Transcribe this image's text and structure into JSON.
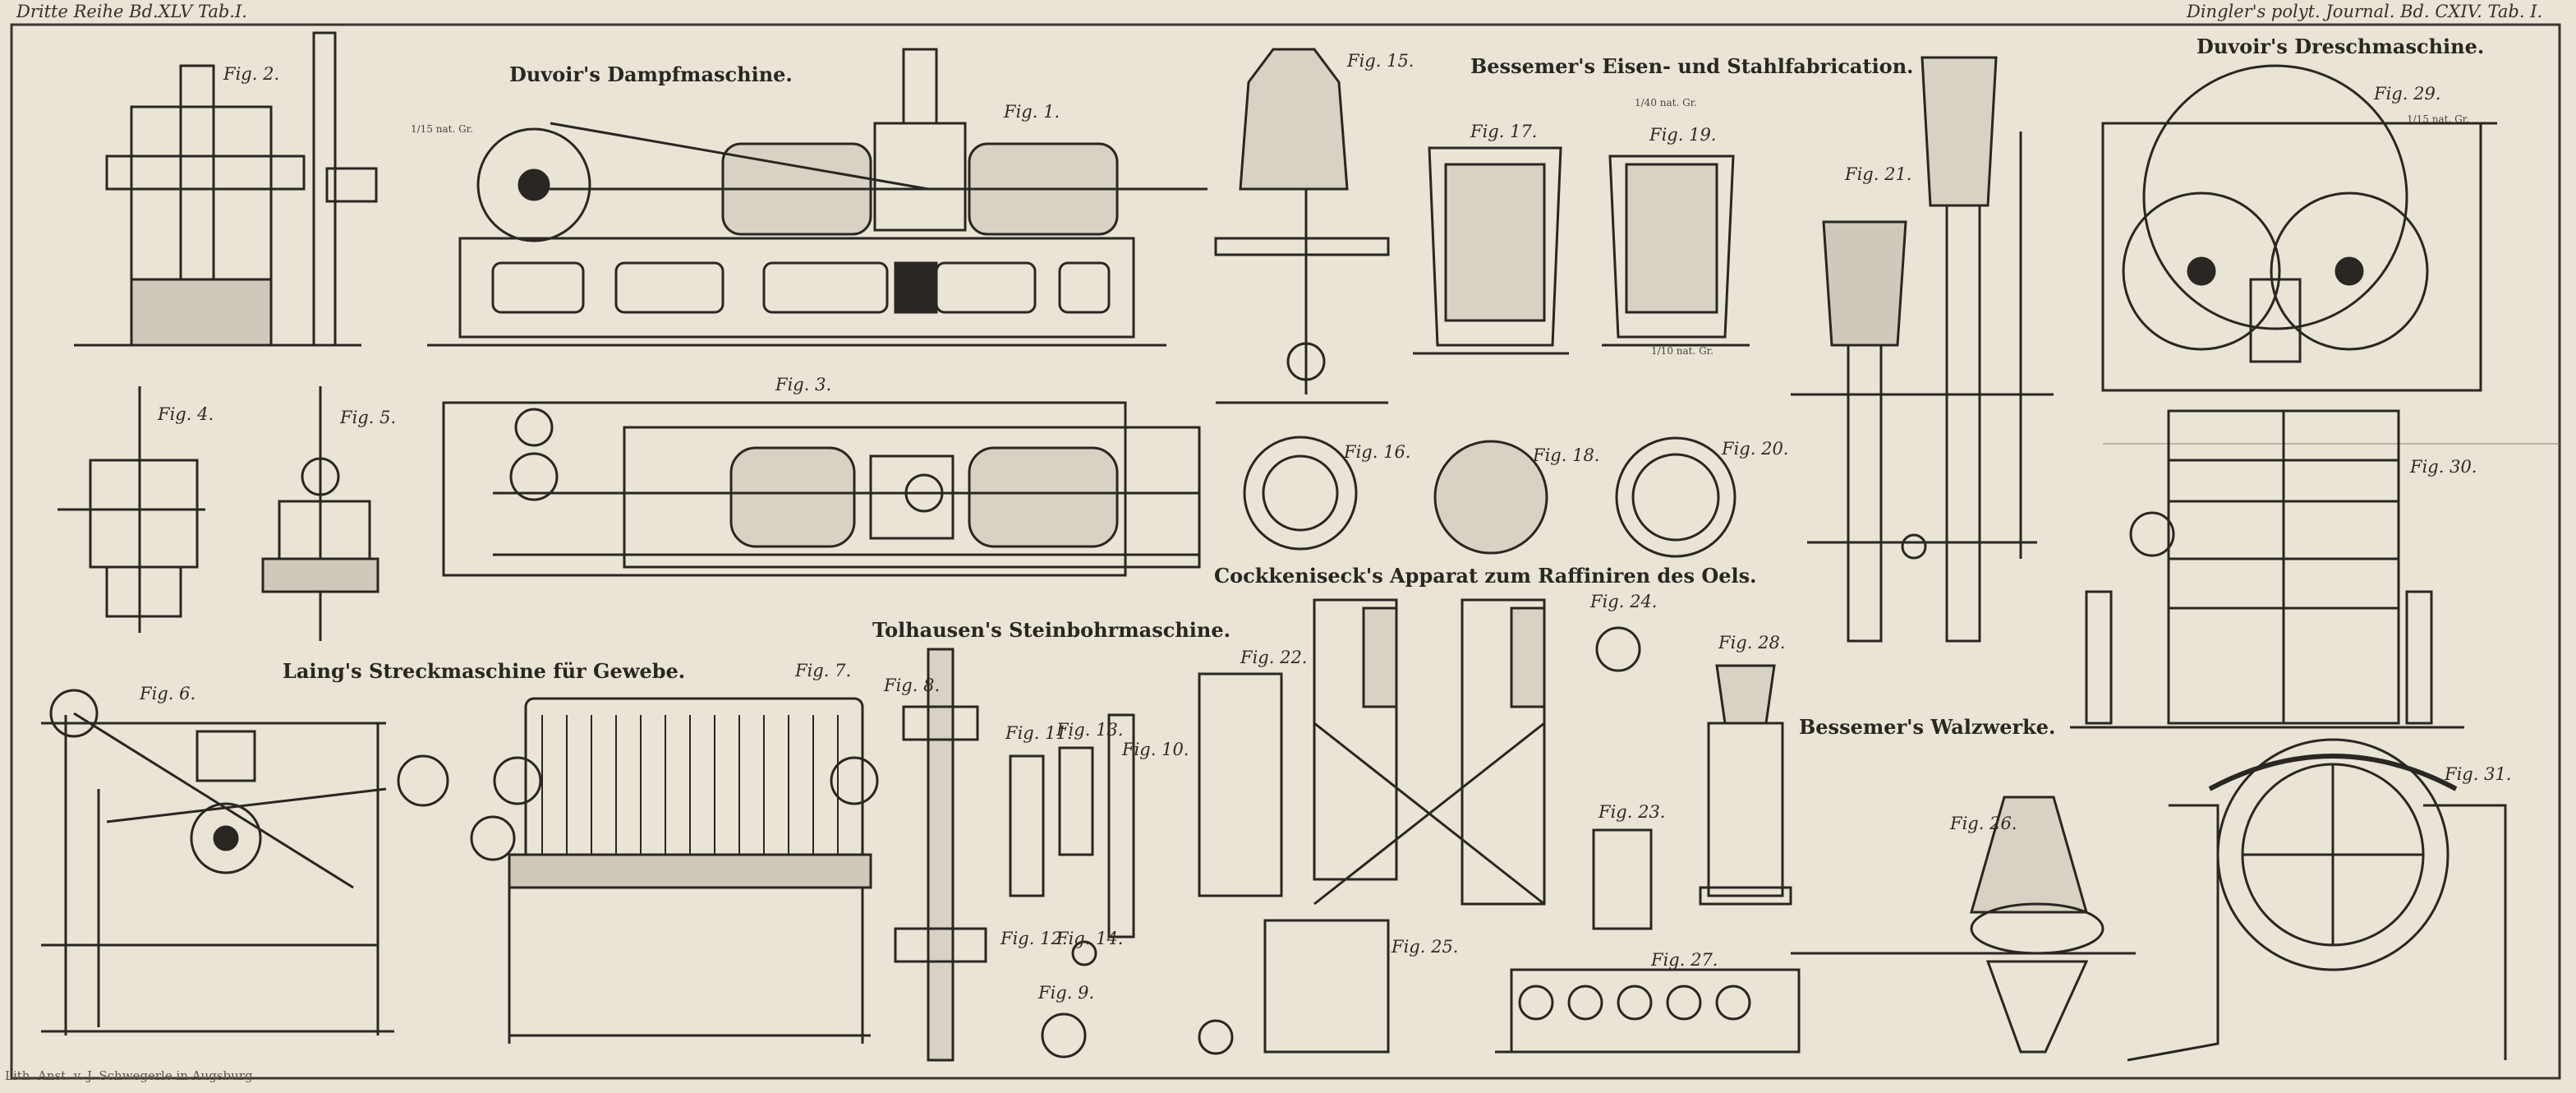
{
  "header": {
    "left": "Dritte Reihe Bd.XLV Tab.I.",
    "right": "Dingler's polyt. Journal. Bd. CXIV. Tab. I."
  },
  "titles": {
    "steam_engine": "Duvoir's Dampfmaschine.",
    "bessemer_iron": "Bessemer's Eisen- und Stahlfabrication.",
    "threshing": "Duvoir's Dreschmaschine.",
    "cockkeniseck": "Cockkeniseck's Apparat zum Raffiniren des Oels.",
    "tolhausen": "Tolhausen's Steinbohrmaschine.",
    "laing": "Laing's Streckmaschine für Gewebe.",
    "bessemer_rolling": "Bessemer's Walzwerke."
  },
  "figures": {
    "f1": "Fig. 1.",
    "f2": "Fig. 2.",
    "f3": "Fig. 3.",
    "f4": "Fig. 4.",
    "f5": "Fig. 5.",
    "f6": "Fig. 6.",
    "f7": "Fig. 7.",
    "f8": "Fig. 8.",
    "f9": "Fig. 9.",
    "f10": "Fig. 10.",
    "f11": "Fig. 11.",
    "f12": "Fig. 12.",
    "f13": "Fig. 13.",
    "f14": "Fig. 14.",
    "f15": "Fig. 15.",
    "f16": "Fig. 16.",
    "f17": "Fig. 17.",
    "f18": "Fig. 18.",
    "f19": "Fig. 19.",
    "f20": "Fig. 20.",
    "f21": "Fig. 21.",
    "f22": "Fig. 22.",
    "f23": "Fig. 23.",
    "f24": "Fig. 24.",
    "f25": "Fig. 25.",
    "f26": "Fig. 26.",
    "f27": "Fig. 27.",
    "f28": "Fig. 28.",
    "f29": "Fig. 29.",
    "f30": "Fig. 30.",
    "f31": "Fig. 31."
  },
  "scales": {
    "s1": "1/15 nat. Gr.",
    "s2": "1/40 nat. Gr.",
    "s3": "1/10 nat. Gr.",
    "s4": "1/15 nat. Gr."
  },
  "imprint": "Lith. Anst. v. J. Schwegerle in Augsburg",
  "colors": {
    "paper": "#e9e4d6",
    "ink": "#2a2621"
  }
}
